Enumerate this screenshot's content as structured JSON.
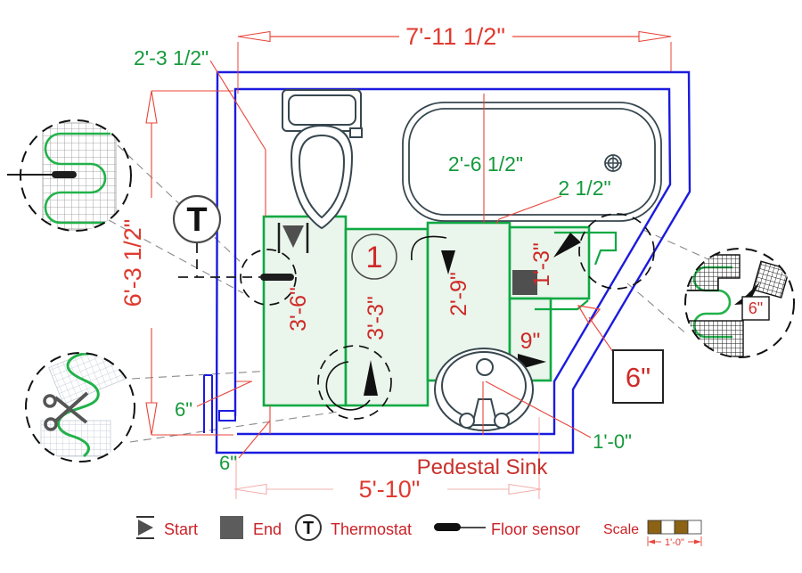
{
  "plan": {
    "dims": {
      "top": "7'-11 1/2\"",
      "left": "6'-3 1/2\"",
      "bottom": "5'-10\"",
      "toilet_offset": "2'-3 1/2\"",
      "tub_width": "2'-6 1/2\"",
      "tub_gap": "2 1/2\"",
      "mat1": "3'-6\"",
      "mat2": "3'-3\"",
      "mat3": "2'-9\"",
      "mat4": "1'-3\"",
      "mat5": "9\"",
      "corner_box": "6\"",
      "wall_gap_upper": "6\"",
      "wall_gap_lower": "6\"",
      "sink_offset": "1'-0\"",
      "detail_spacing": "6\""
    },
    "labels": {
      "zone_number": "1",
      "thermostat": "T",
      "pedestal_sink": "Pedestal Sink"
    }
  },
  "legend": {
    "start": "Start",
    "end": "End",
    "thermostat_symbol": "T",
    "thermostat": "Thermostat",
    "floor_sensor": "Floor sensor",
    "scale": "Scale",
    "scale_unit": "1'-0\""
  },
  "colors": {
    "wall_blue": "#1b1bdf",
    "mat_green": "#0ea943",
    "mat_fill": "#eaf5ec",
    "dimension_red": "#e03a30",
    "pale_red": "#f3b0ac",
    "label_green": "#169a3c",
    "fixture": "#37474f",
    "marker_gray": "#4f4f4f",
    "scale_brown": "#8c6214"
  }
}
